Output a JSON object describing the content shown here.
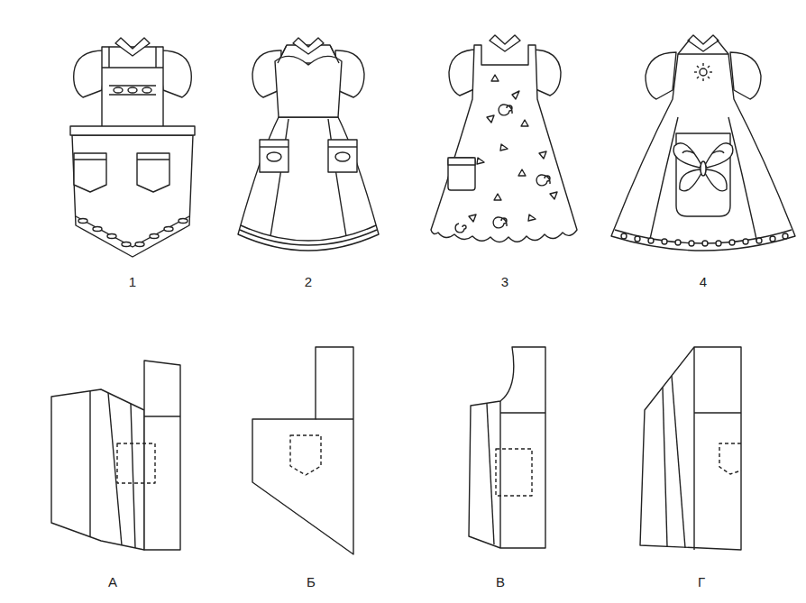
{
  "diagram": {
    "labels": [
      "1",
      "2",
      "3",
      "4",
      "А",
      "Б",
      "В",
      "Г"
    ]
  }
}
